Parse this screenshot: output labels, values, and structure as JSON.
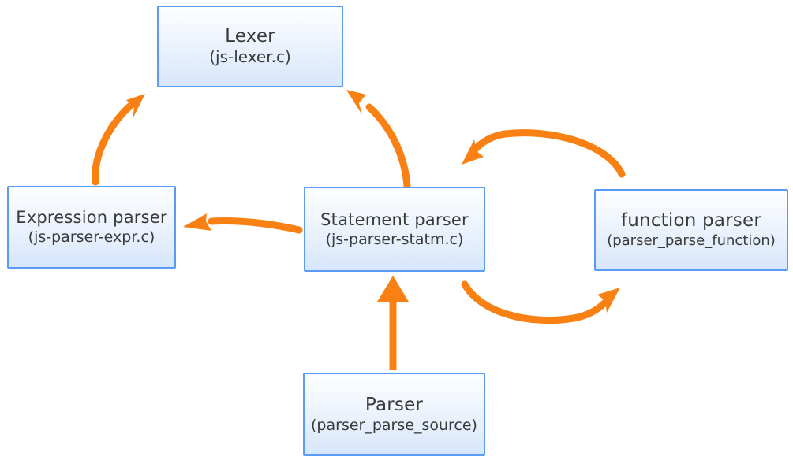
{
  "diagram": {
    "accent_arrow_color": "#f98012",
    "node_border_color": "#5b9bf8",
    "node_fill_top": "#fdfeff",
    "node_fill_bottom": "#d6e6fb",
    "text_color": "#3a3a3a",
    "nodes": [
      {
        "id": "lexer",
        "title": "Lexer",
        "subtitle": "(js-lexer.c)"
      },
      {
        "id": "expression-parser",
        "title": "Expression parser",
        "subtitle": "(js-parser-expr.c)"
      },
      {
        "id": "statement-parser",
        "title": "Statement parser",
        "subtitle": "(js-parser-statm.c)"
      },
      {
        "id": "function-parser",
        "title": "function parser",
        "subtitle": "(parser_parse_function)"
      },
      {
        "id": "parser",
        "title": "Parser",
        "subtitle": "(parser_parse_source)"
      }
    ],
    "edges": [
      {
        "id": "expression-to-lexer",
        "from": "expression-parser",
        "to": "lexer",
        "style": "curved"
      },
      {
        "id": "statement-to-lexer",
        "from": "statement-parser",
        "to": "lexer",
        "style": "curved"
      },
      {
        "id": "statement-to-expression",
        "from": "statement-parser",
        "to": "expression-parser",
        "style": "curved"
      },
      {
        "id": "function-to-statement",
        "from": "function-parser",
        "to": "statement-parser",
        "style": "arc-top"
      },
      {
        "id": "statement-to-function",
        "from": "statement-parser",
        "to": "function-parser",
        "style": "arc-bottom"
      },
      {
        "id": "parser-to-statement",
        "from": "parser",
        "to": "statement-parser",
        "style": "straight"
      }
    ]
  }
}
